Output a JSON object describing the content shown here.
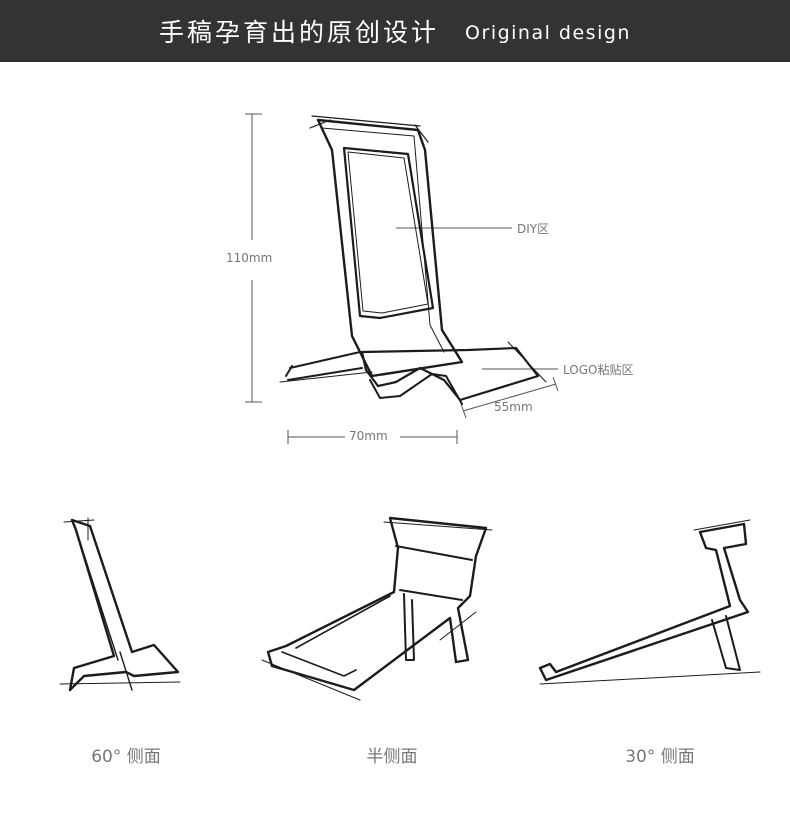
{
  "header": {
    "title_cn": "手稿孕育出的原创设计",
    "title_en": "Original design"
  },
  "main_sketch": {
    "height_label": "110mm",
    "width_label": "70mm",
    "depth_label": "55mm",
    "diy_label": "DIY区",
    "logo_label": "LOGO粘贴区"
  },
  "views": [
    {
      "caption": "60°  侧面"
    },
    {
      "caption": "半侧面"
    },
    {
      "caption": "30°  侧面"
    }
  ],
  "colors": {
    "header_bg": "#333333",
    "header_text": "#ffffff",
    "label_text": "#777777",
    "sketch_ink": "#1c1c1c"
  }
}
